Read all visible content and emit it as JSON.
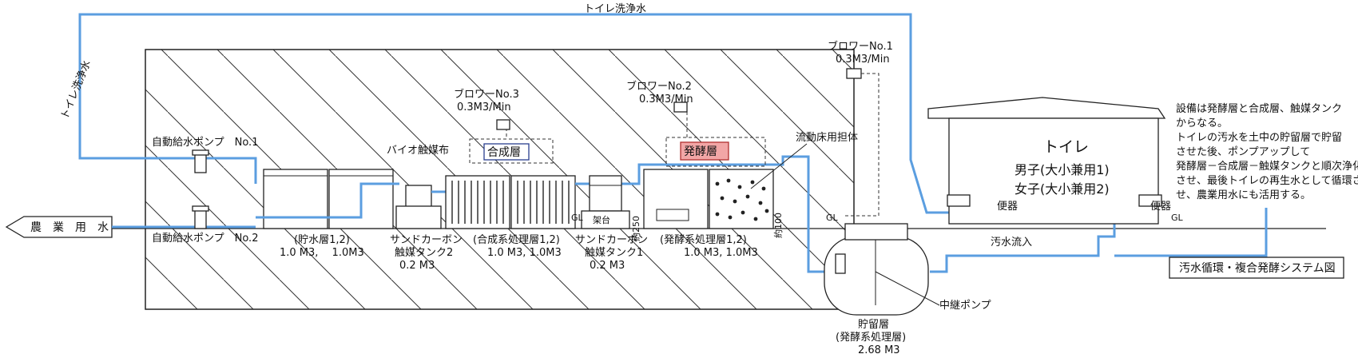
{
  "labels": {
    "toilet_flush_top": "トイレ洗浄水",
    "toilet_flush_left": "トイレ洗浄水",
    "blower1_name": "ブロワーNo.1",
    "blower1_rate": "0.3M3/Min",
    "blower2_name": "ブロワーNo.2",
    "blower2_rate": "0.3M3/Min",
    "blower3_name": "ブロワーNo.3",
    "blower3_rate": "0.3M3/Min",
    "pump1": "自動給水ポンプ　No.1",
    "pump2": "自動給水ポンプ　No.2",
    "bio_cloth": "バイオ触媒布",
    "synthesis_layer": "合成層",
    "fermentation_layer": "発酵層",
    "fluid_bed": "流動床用担体",
    "agri_water": "農　業　用　水",
    "gl1": "GL",
    "gl2": "GL",
    "gl3": "GL",
    "rack": "架台",
    "dim1": "約250",
    "dim2": "約100",
    "storage_tanks": "(貯水層1,2)",
    "storage_tanks_vol": "1.0 M3,　 1.0M3",
    "sand_carbon2_a": "サンドカーボン",
    "sand_carbon2_b": "触媒タンク2",
    "sand_carbon2_c": "0.2 M3",
    "synthesis_tanks": "(合成系処理層1,2)",
    "synthesis_tanks_vol": "1.0 M3, 1.0M3",
    "sand_carbon1_a": "サンドカーボン",
    "sand_carbon1_b": "触媒タンク1",
    "sand_carbon1_c": "0.2 M3",
    "ferment_tanks": "(発酵系処理層1,2)",
    "ferment_tanks_vol": "1.0 M3, 1.0M3",
    "toilet": "トイレ",
    "toilet_men": "男子(大小兼用1)",
    "toilet_women": "女子(大小兼用2)",
    "bowl1": "便器",
    "bowl2": "便器",
    "sewage_inflow": "汚水流入",
    "relay_pump": "中継ポンプ",
    "retention_a": "貯留層",
    "retention_b": "(発酵系処理層)",
    "retention_c": "2.68 M3",
    "desc1": "設備は発酵層と合成層、触媒タンク",
    "desc2": "からなる。",
    "desc3": "トイレの汚水を土中の貯留層で貯留",
    "desc4": "させた後、ポンプアップして",
    "desc5": "発酵層－合成層－触媒タンクと順次浄化",
    "desc6": "させ、最後トイレの再生水として循環さ",
    "desc7": "せ、農業用水にも活用する。",
    "figure_title": "汚水循環・複合発酵システム図"
  },
  "colors": {
    "water_pipe": "#5b9ee0",
    "synthesis_border": "#2a3f8f",
    "fermentation_fill": "#f2a6a6",
    "fermentation_border": "#b03030",
    "line": "#222222"
  }
}
